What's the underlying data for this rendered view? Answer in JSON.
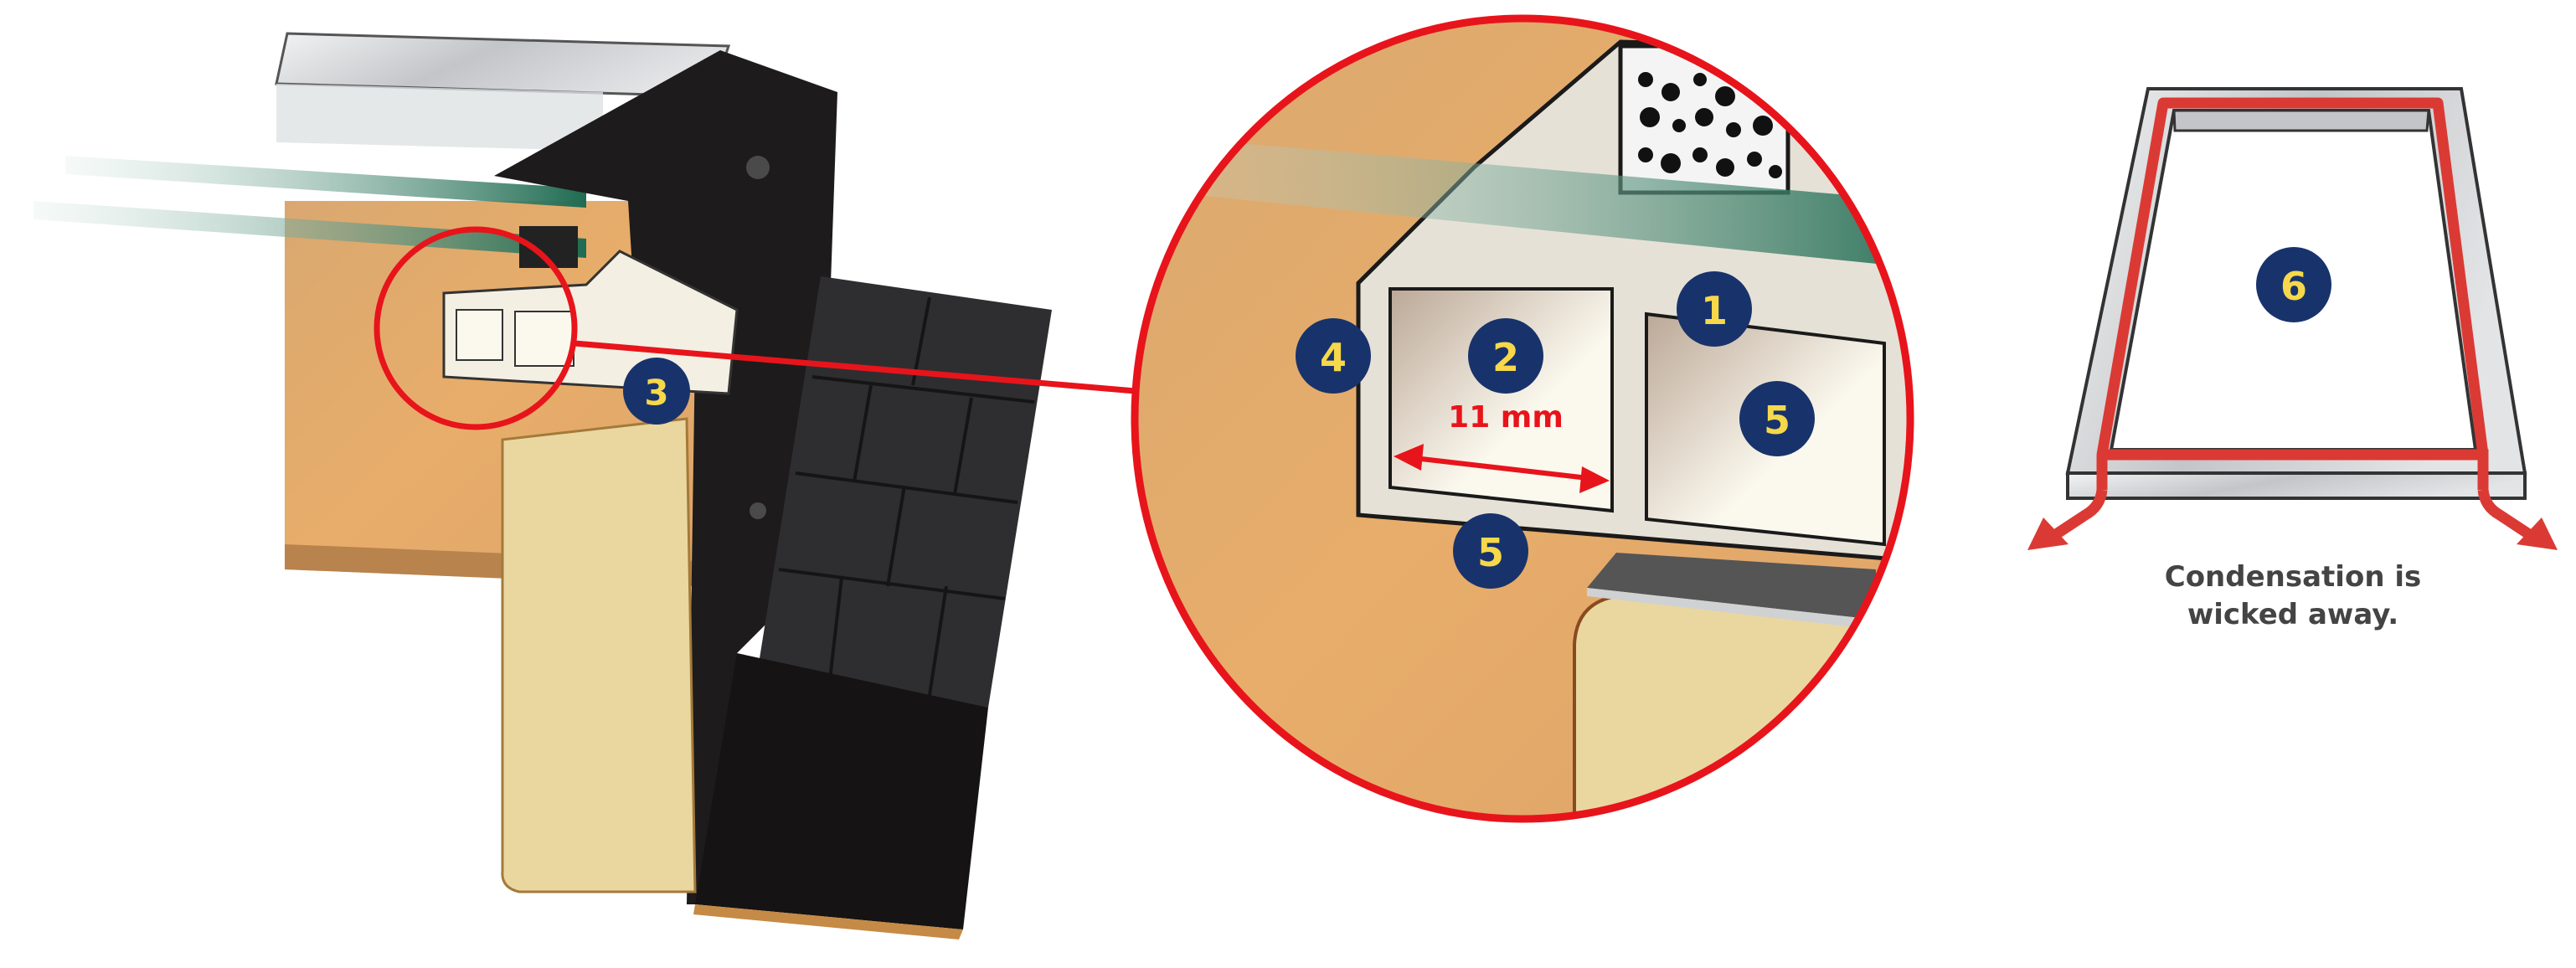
{
  "callouts": {
    "c1": "1",
    "c2": "2",
    "c3": "3",
    "c4": "4",
    "c5a": "5",
    "c5b": "5",
    "c6": "6"
  },
  "dimension_label": "11 mm",
  "caption": {
    "line1": "Condensation is",
    "line2": "wicked away."
  },
  "colors": {
    "badge_fill": "#18336b",
    "badge_text": "#f6d84a",
    "highlight_red": "#e8141b",
    "wick_red": "#db3a34",
    "wood": "#e4ac6a",
    "rafter": "#ead7a0",
    "frame_black": "#1e1b1c",
    "glass": "#2f7a62"
  }
}
